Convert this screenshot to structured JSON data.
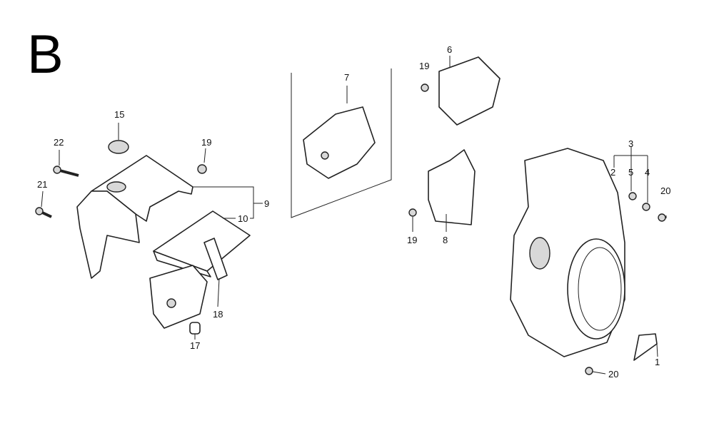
{
  "diagram": {
    "section_letter": "B",
    "callouts": {
      "p15": "15",
      "p22": "22",
      "p19a": "19",
      "p21": "21",
      "p9": "9",
      "p10": "10",
      "p18": "18",
      "p17": "17",
      "p7": "7",
      "p19b": "19",
      "p6": "6",
      "p19c": "19",
      "p8": "8",
      "p3": "3",
      "p2": "2",
      "p5": "5",
      "p4": "4",
      "p20a": "20",
      "p1": "1",
      "p20b": "20"
    }
  }
}
